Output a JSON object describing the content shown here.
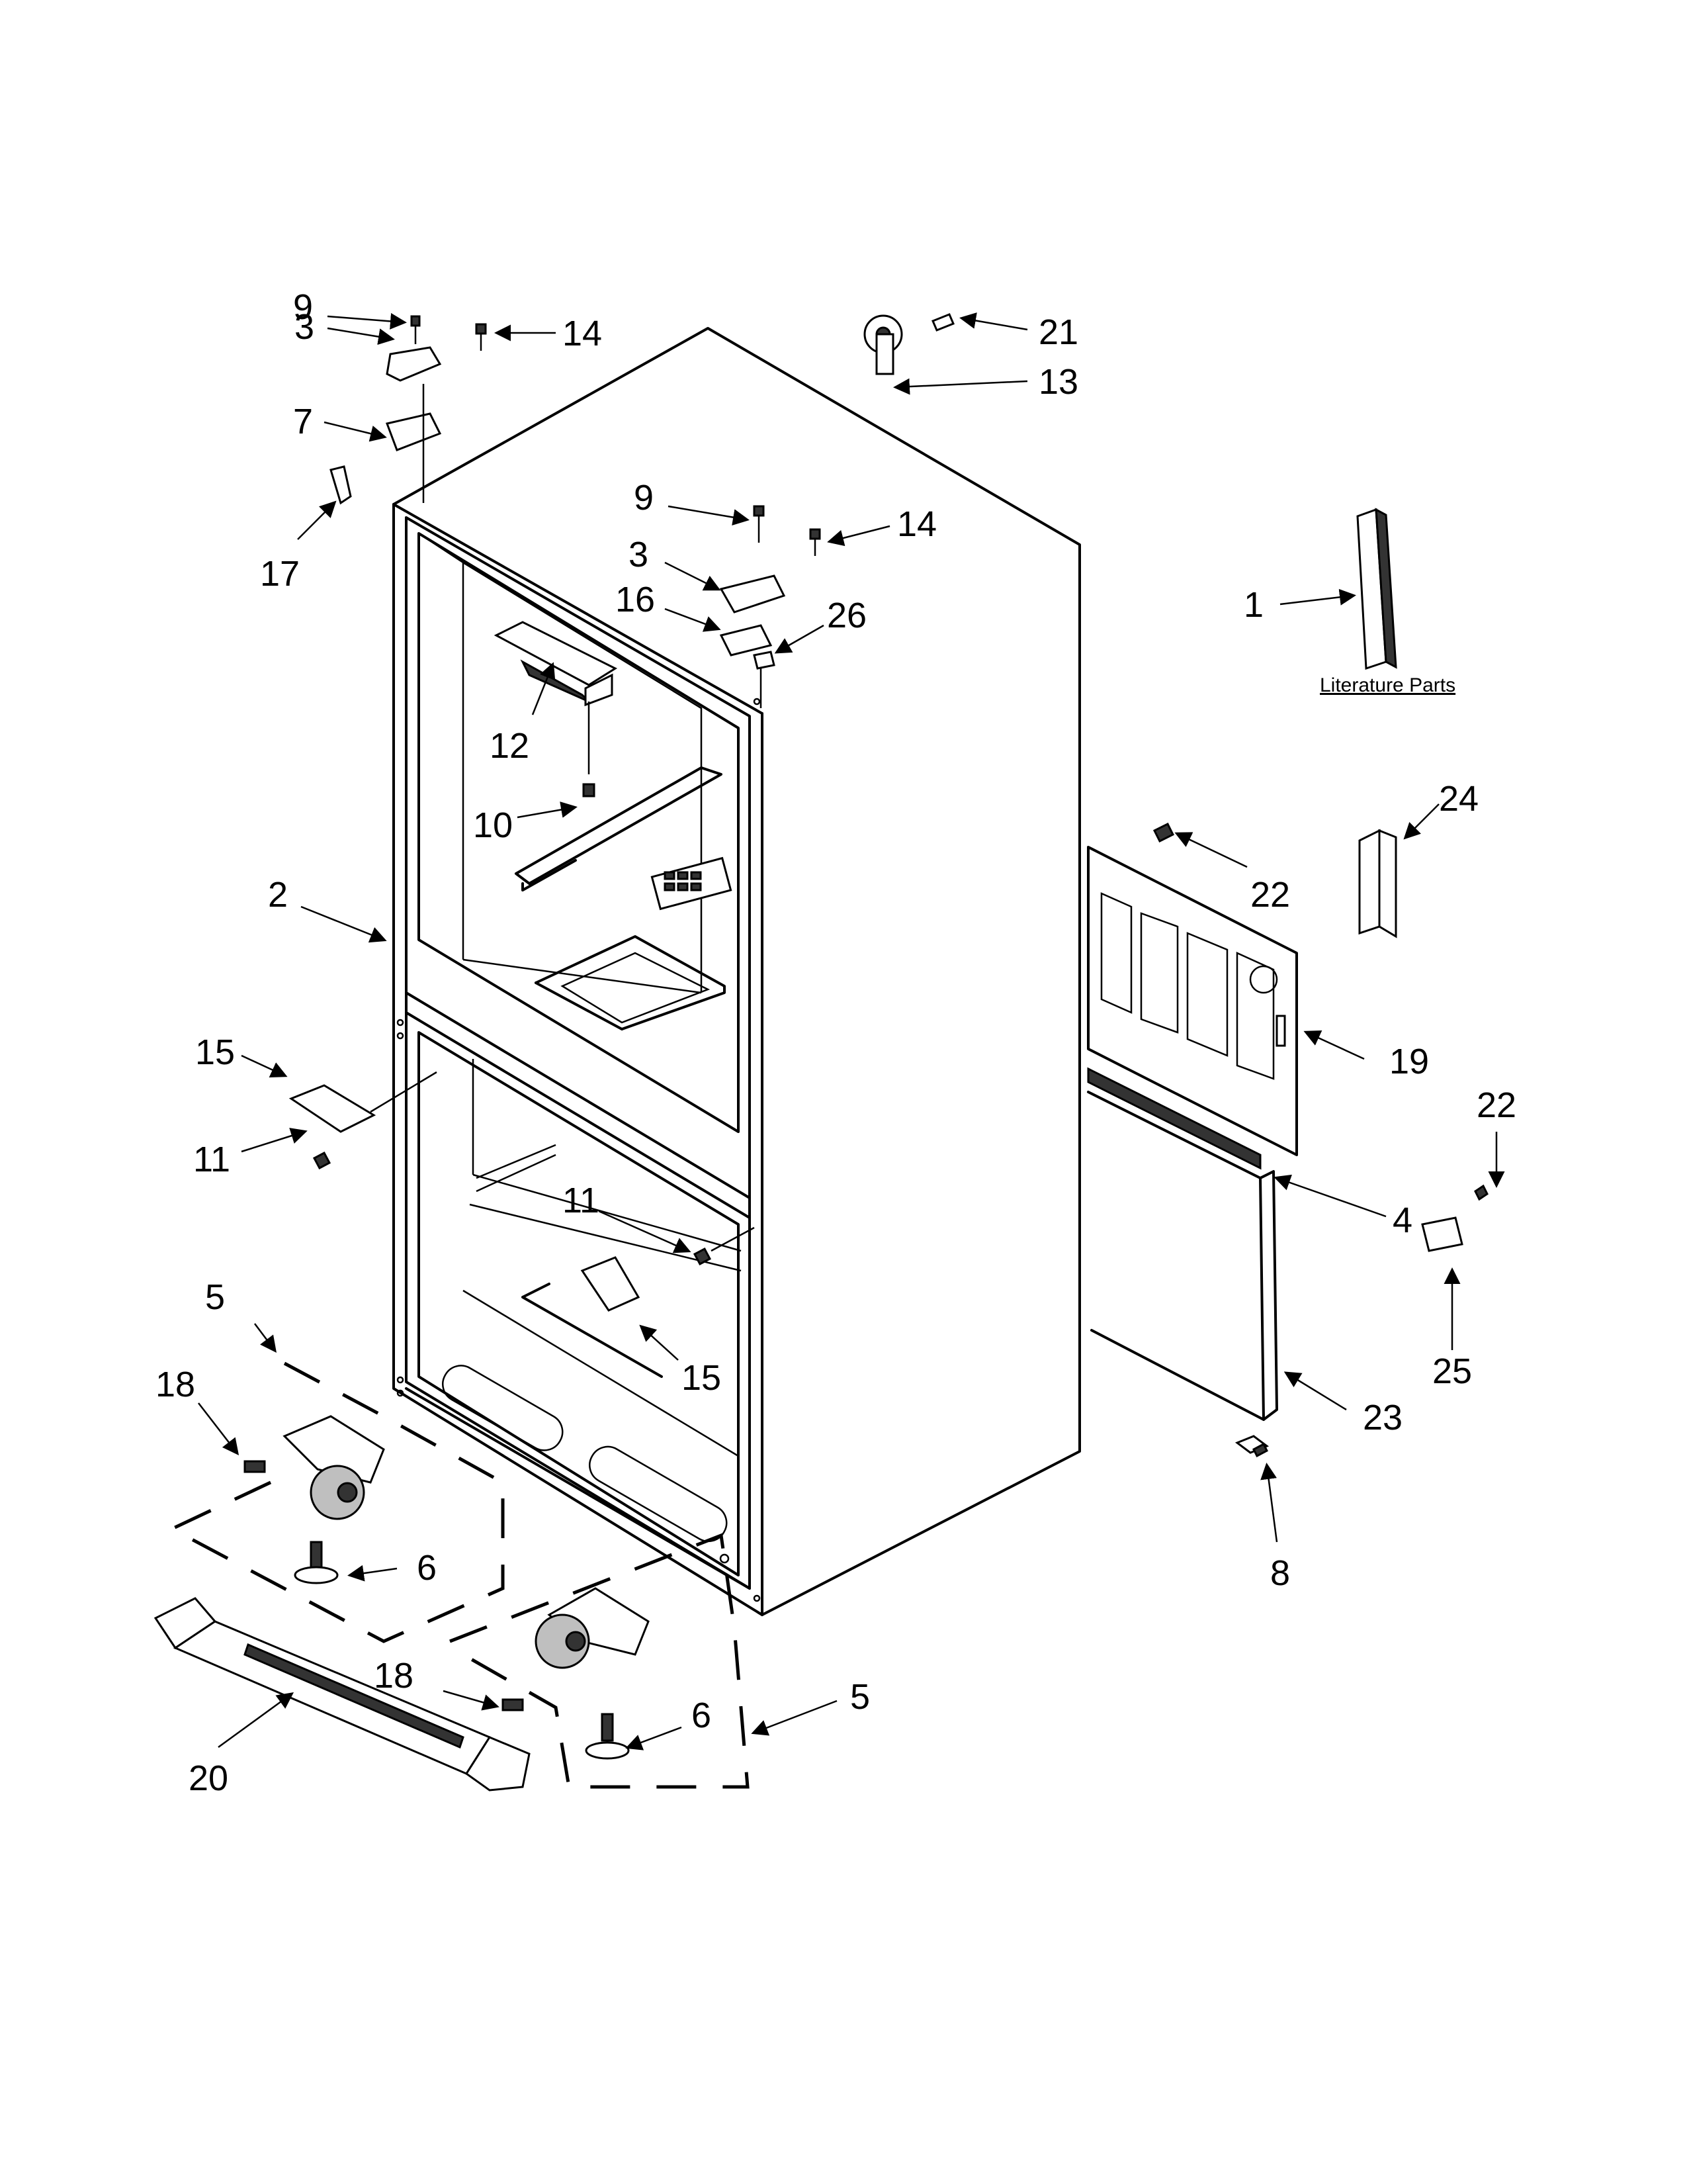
{
  "literature": {
    "label": "Literature Parts"
  },
  "callouts": [
    {
      "id": "c9a",
      "text": "9"
    },
    {
      "id": "c14a",
      "text": "14"
    },
    {
      "id": "c3a",
      "text": "3"
    },
    {
      "id": "c7",
      "text": "7"
    },
    {
      "id": "c17",
      "text": "17"
    },
    {
      "id": "c21",
      "text": "21"
    },
    {
      "id": "c13",
      "text": "13"
    },
    {
      "id": "c9b",
      "text": "9"
    },
    {
      "id": "c14b",
      "text": "14"
    },
    {
      "id": "c3b",
      "text": "3"
    },
    {
      "id": "c16",
      "text": "16"
    },
    {
      "id": "c26",
      "text": "26"
    },
    {
      "id": "c1",
      "text": "1"
    },
    {
      "id": "c12",
      "text": "12"
    },
    {
      "id": "c10",
      "text": "10"
    },
    {
      "id": "c24",
      "text": "24"
    },
    {
      "id": "c22a",
      "text": "22"
    },
    {
      "id": "c2",
      "text": "2"
    },
    {
      "id": "c19",
      "text": "19"
    },
    {
      "id": "c15a",
      "text": "15"
    },
    {
      "id": "c22b",
      "text": "22"
    },
    {
      "id": "c11a",
      "text": "11"
    },
    {
      "id": "c4",
      "text": "4"
    },
    {
      "id": "c11b",
      "text": "11"
    },
    {
      "id": "c5a",
      "text": "5"
    },
    {
      "id": "c25",
      "text": "25"
    },
    {
      "id": "c15b",
      "text": "15"
    },
    {
      "id": "c18a",
      "text": "18"
    },
    {
      "id": "c23",
      "text": "23"
    },
    {
      "id": "c8",
      "text": "8"
    },
    {
      "id": "c6a",
      "text": "6"
    },
    {
      "id": "c18b",
      "text": "18"
    },
    {
      "id": "c5b",
      "text": "5"
    },
    {
      "id": "c6b",
      "text": "6"
    },
    {
      "id": "c20",
      "text": "20"
    }
  ]
}
